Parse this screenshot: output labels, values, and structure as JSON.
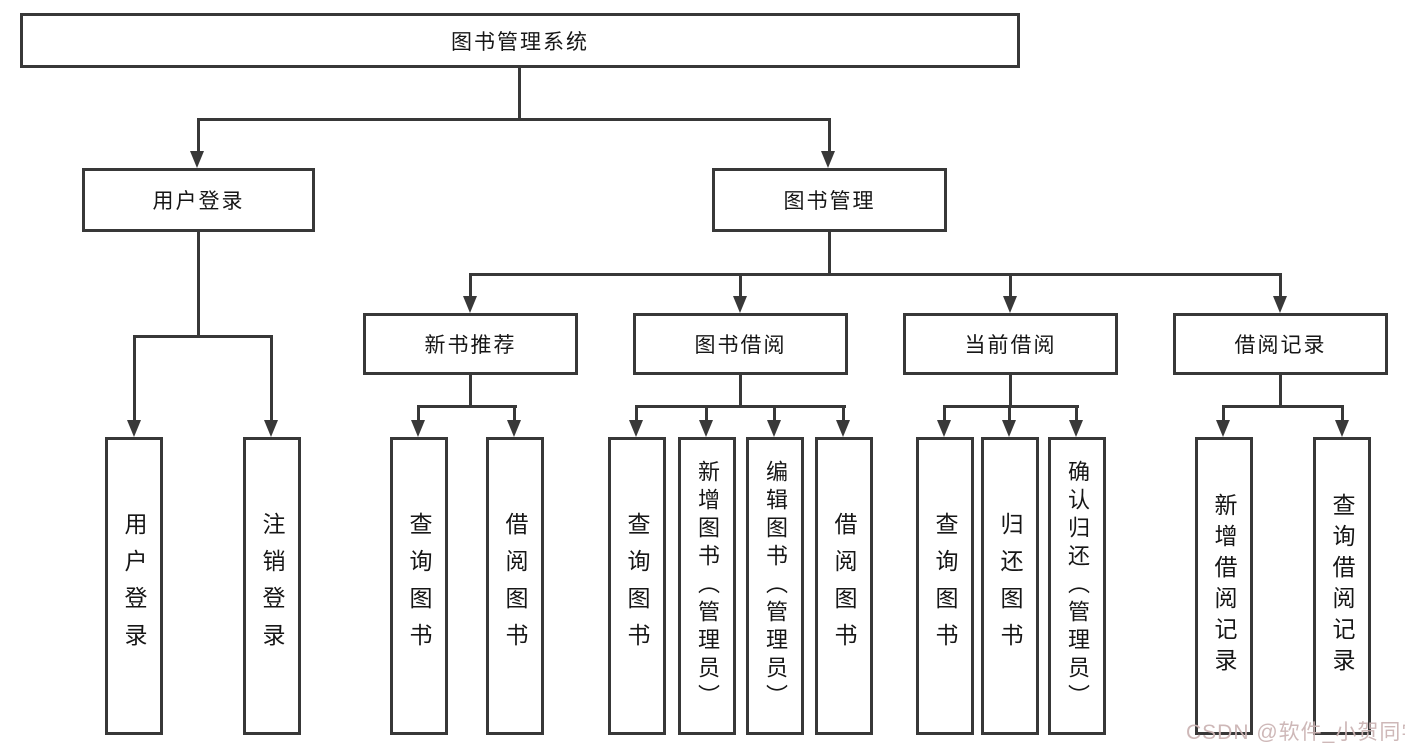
{
  "tree": {
    "root": "图书管理系统",
    "level2": [
      "用户登录",
      "图书管理"
    ],
    "level3": [
      "新书推荐",
      "图书借阅",
      "当前借阅",
      "借阅记录"
    ],
    "leaves_user": [
      "用户登录",
      "注销登录"
    ],
    "leaves_newbook": [
      "查询图书",
      "借阅图书"
    ],
    "leaves_borrow": [
      "查询图书",
      "新增图书（管理员）",
      "编辑图书（管理员）",
      "借阅图书"
    ],
    "leaves_current": [
      "查询图书",
      "归还图书",
      "确认归还（管理员）"
    ],
    "leaves_records": [
      "新增借阅记录",
      "查询借阅记录"
    ]
  },
  "watermark": "CSDN @软件_小贺同学",
  "colors": {
    "line": "#383838",
    "text": "#161616",
    "background": "#ffffff",
    "watermark": "#cbb4b4"
  }
}
